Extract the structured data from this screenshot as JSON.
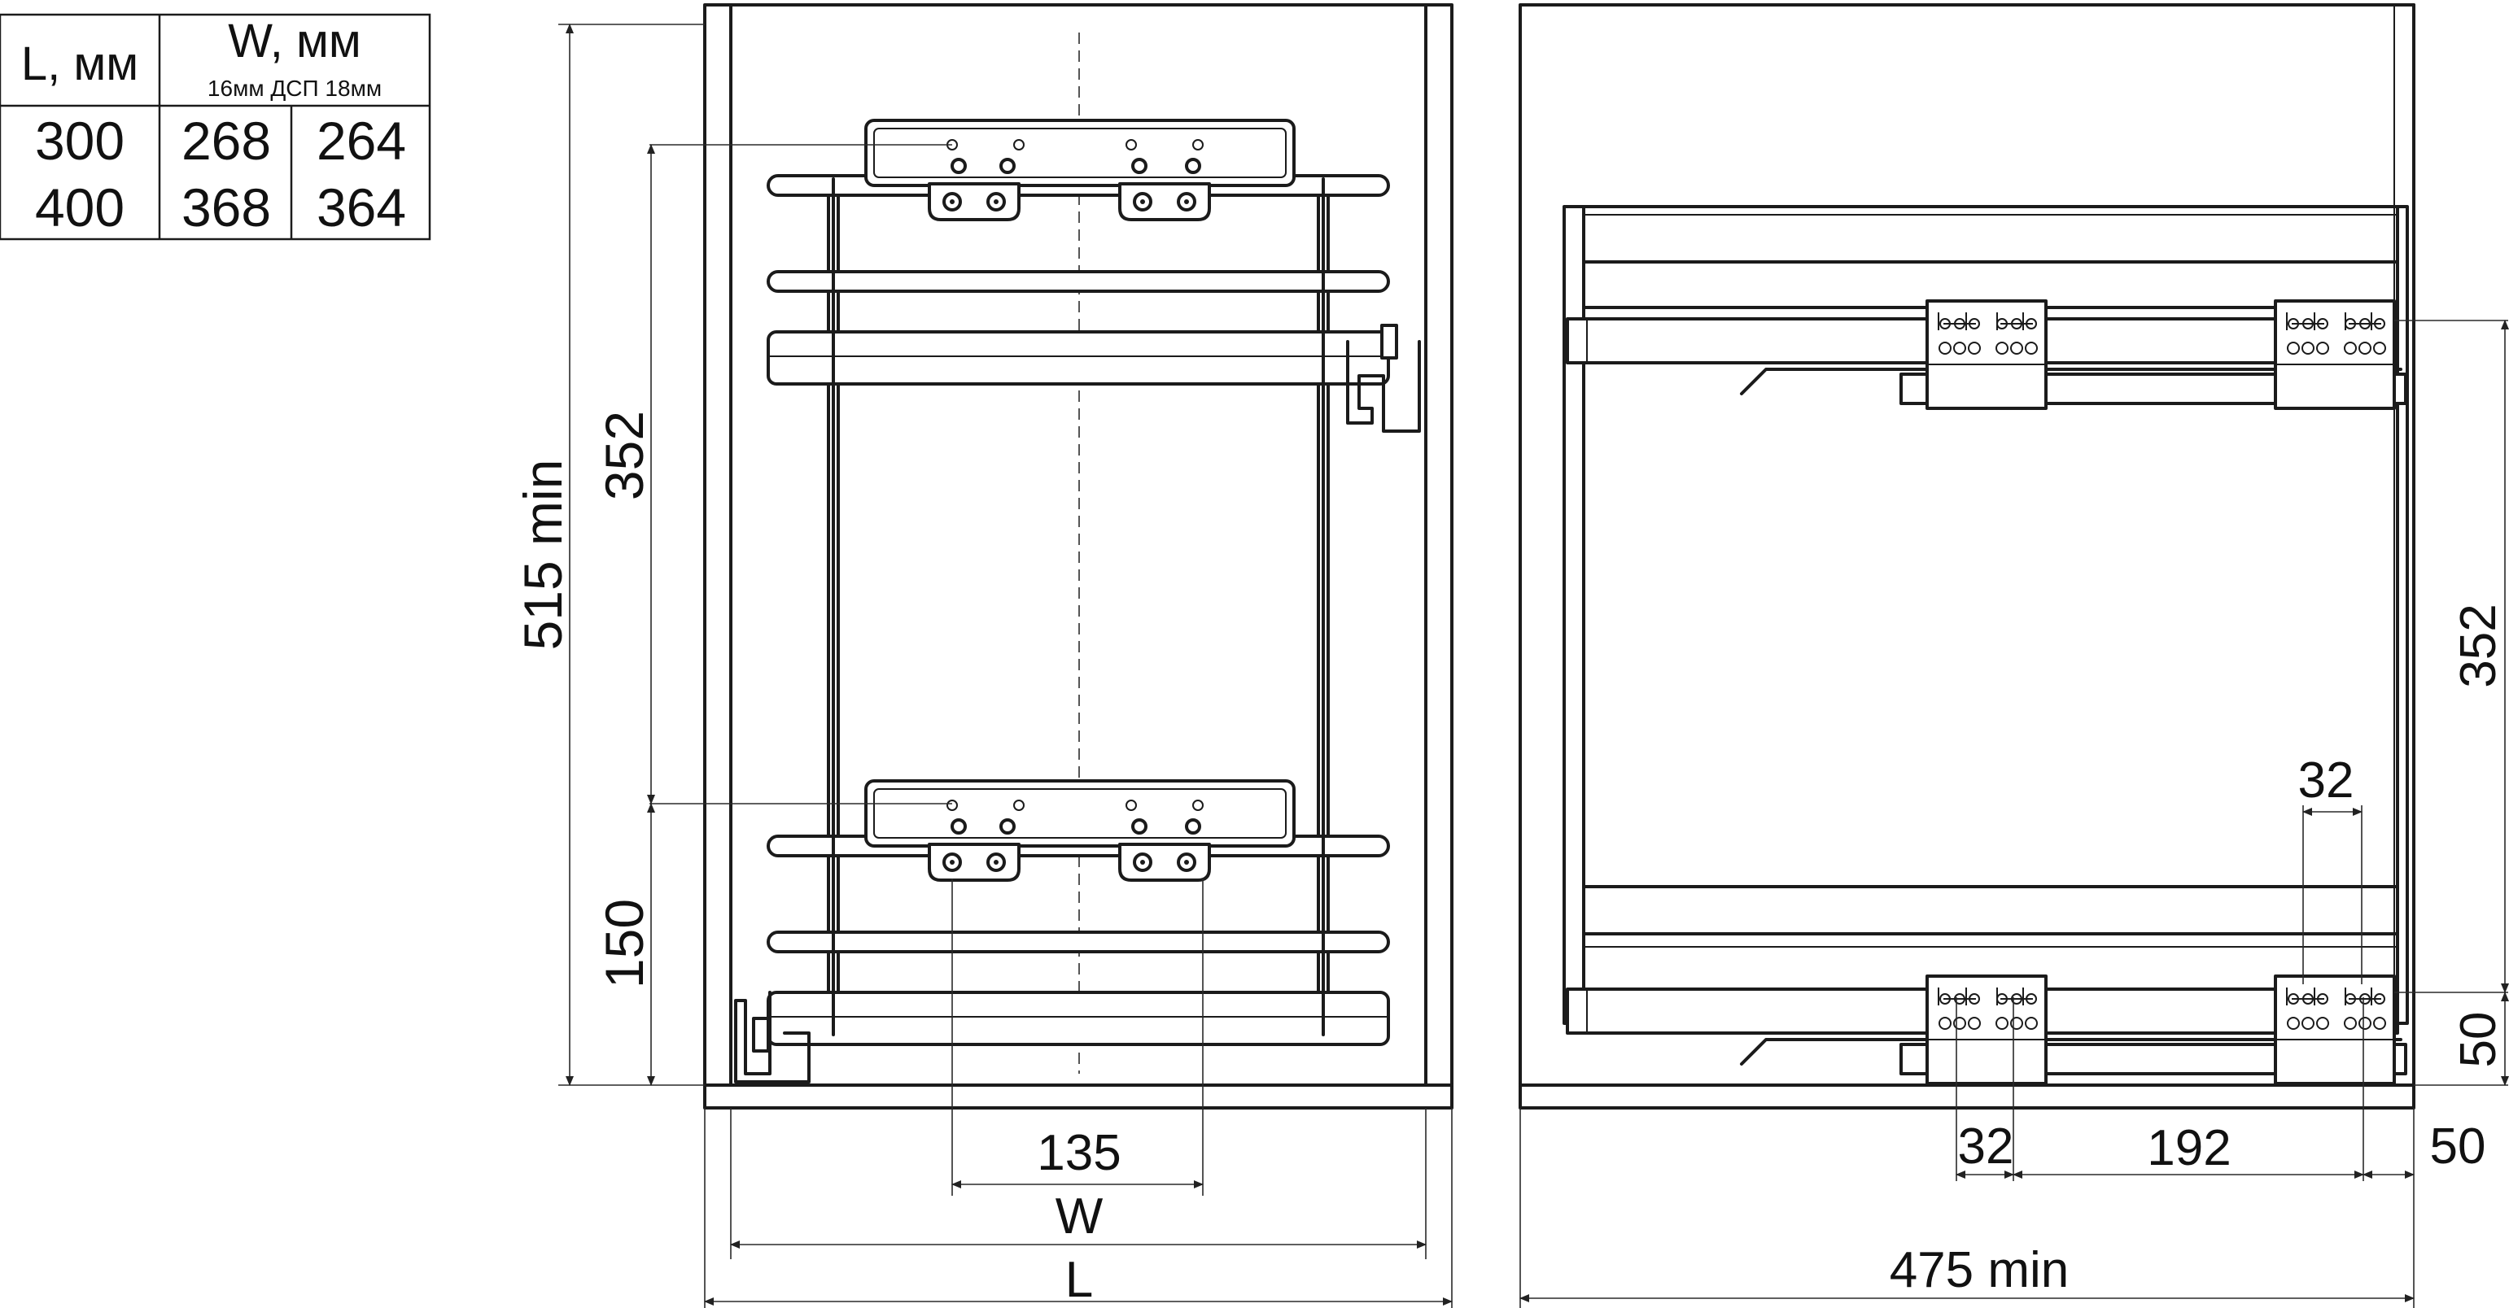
{
  "table": {
    "header_l": "L, мм",
    "header_w": "W, мм",
    "subheader": "16мм ДСП 18мм",
    "rows": [
      {
        "l": "300",
        "w16": "268",
        "w18": "264"
      },
      {
        "l": "400",
        "w16": "368",
        "w18": "364"
      }
    ]
  },
  "front": {
    "height": "515 min",
    "upper": "352",
    "lower": "150",
    "spacing": "135",
    "width_w": "W",
    "width_l": "L"
  },
  "side": {
    "height": "352",
    "bottom": "50",
    "hole_top": "32",
    "hole_bottom": "32",
    "spacing": "192",
    "offset": "50",
    "depth": "475 min"
  }
}
